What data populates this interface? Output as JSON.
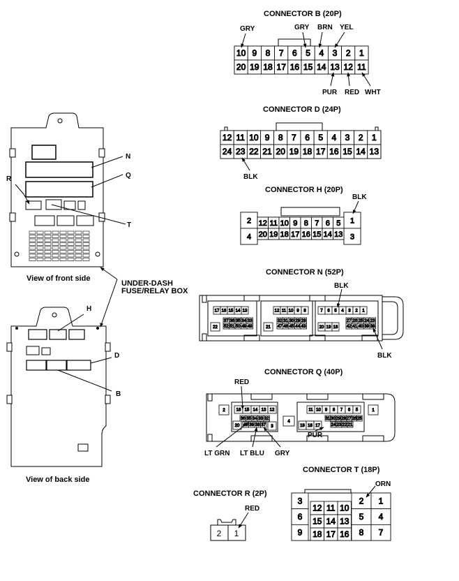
{
  "connector_b": {
    "title": "CONNECTOR B (20P)",
    "top_row": [
      "10",
      "9",
      "8",
      "7",
      "6",
      "5",
      "4",
      "3",
      "2",
      "1"
    ],
    "bottom_row": [
      "20",
      "19",
      "18",
      "17",
      "16",
      "15",
      "14",
      "13",
      "12",
      "11"
    ],
    "wire_gry_a": "GRY",
    "wire_gry_b": "GRY",
    "wire_brn": "BRN",
    "wire_yel": "YEL",
    "wire_pur": "PUR",
    "wire_red": "RED",
    "wire_wht": "WHT"
  },
  "connector_d": {
    "title": "CONNECTOR D (24P)",
    "top_row": [
      "12",
      "11",
      "10",
      "9",
      "8",
      "7",
      "6",
      "5",
      "4",
      "3",
      "2",
      "1"
    ],
    "bottom_row": [
      "24",
      "23",
      "22",
      "21",
      "20",
      "19",
      "18",
      "17",
      "16",
      "15",
      "14",
      "13"
    ],
    "wire_blk": "BLK"
  },
  "connector_h": {
    "title": "CONNECTOR H (20P)",
    "left_side": [
      "2",
      "4"
    ],
    "top_row": [
      "12",
      "11",
      "10",
      "9",
      "8",
      "7",
      "6",
      "5"
    ],
    "bottom_row": [
      "20",
      "19",
      "18",
      "17",
      "16",
      "15",
      "14",
      "13"
    ],
    "right_side": [
      "1",
      "3"
    ],
    "wire_blk": "BLK"
  },
  "connector_n": {
    "title": "CONNECTOR N (52P)",
    "g1_top": [
      "17",
      "16",
      "15",
      "14",
      "13"
    ],
    "g1_mid": [
      "37",
      "36",
      "35",
      "34",
      "33"
    ],
    "g1_bot": [
      "22",
      "52",
      "51",
      "50",
      "49",
      "48"
    ],
    "g2_top": [
      "12",
      "11",
      "10",
      "9",
      "8"
    ],
    "g2_mid": [
      "32",
      "31",
      "30",
      "29",
      "28"
    ],
    "g2_bot": [
      "21",
      "47",
      "46",
      "45",
      "44",
      "43"
    ],
    "g3_top": [
      "7",
      "6",
      "5",
      "4",
      "3",
      "2",
      "1"
    ],
    "g3_mid": [
      "27",
      "26",
      "25",
      "24",
      "23"
    ],
    "g3_bot": [
      "20",
      "19",
      "18",
      "42",
      "41",
      "40",
      "39",
      "38"
    ],
    "wire_blk_top": "BLK",
    "wire_blk_bottom": "BLK"
  },
  "connector_q": {
    "title": "CONNECTOR Q (40P)",
    "left_pin": "2",
    "g1_top": [
      "16",
      "15",
      "14",
      "13",
      "12"
    ],
    "g1_mid": [
      "36",
      "35",
      "34",
      "33",
      "32"
    ],
    "g1_bot": [
      "20",
      "40",
      "39",
      "38",
      "37",
      "3"
    ],
    "center_pin": "4",
    "g2_top": [
      "11",
      "10",
      "9",
      "8",
      "7",
      "6",
      "5"
    ],
    "g2_mid": [
      "31",
      "30",
      "29",
      "28",
      "27",
      "26",
      "25"
    ],
    "g2_bot": [
      "19",
      "18",
      "17",
      "24",
      "23",
      "22",
      "21"
    ],
    "right_pin": "1",
    "wire_red": "RED",
    "wire_lt_grn": "LT GRN",
    "wire_lt_blu": "LT BLU",
    "wire_gry": "GRY",
    "wire_pur": "PUR"
  },
  "connector_r": {
    "title": "CONNECTOR R (2P)",
    "pins": [
      "2",
      "1"
    ],
    "wire_red": "RED"
  },
  "connector_t": {
    "title": "CONNECTOR T (18P)",
    "left_col": [
      "3",
      "6",
      "9"
    ],
    "mid_rows": [
      [
        "12",
        "11",
        "10"
      ],
      [
        "15",
        "14",
        "13"
      ],
      [
        "18",
        "17",
        "16"
      ]
    ],
    "right_rows": [
      [
        "2",
        "1"
      ],
      [
        "5",
        "4"
      ],
      [
        "8",
        "7"
      ]
    ],
    "wire_orn": "ORN"
  },
  "fuse_box": {
    "front_caption": "View of front side",
    "back_caption": "View of back side",
    "name_line1": "UNDER-DASH",
    "name_line2": "FUSE/RELAY BOX",
    "label_n": "N",
    "label_q": "Q",
    "label_r": "R",
    "label_t": "T",
    "label_h": "H",
    "label_d": "D",
    "label_b": "B"
  }
}
